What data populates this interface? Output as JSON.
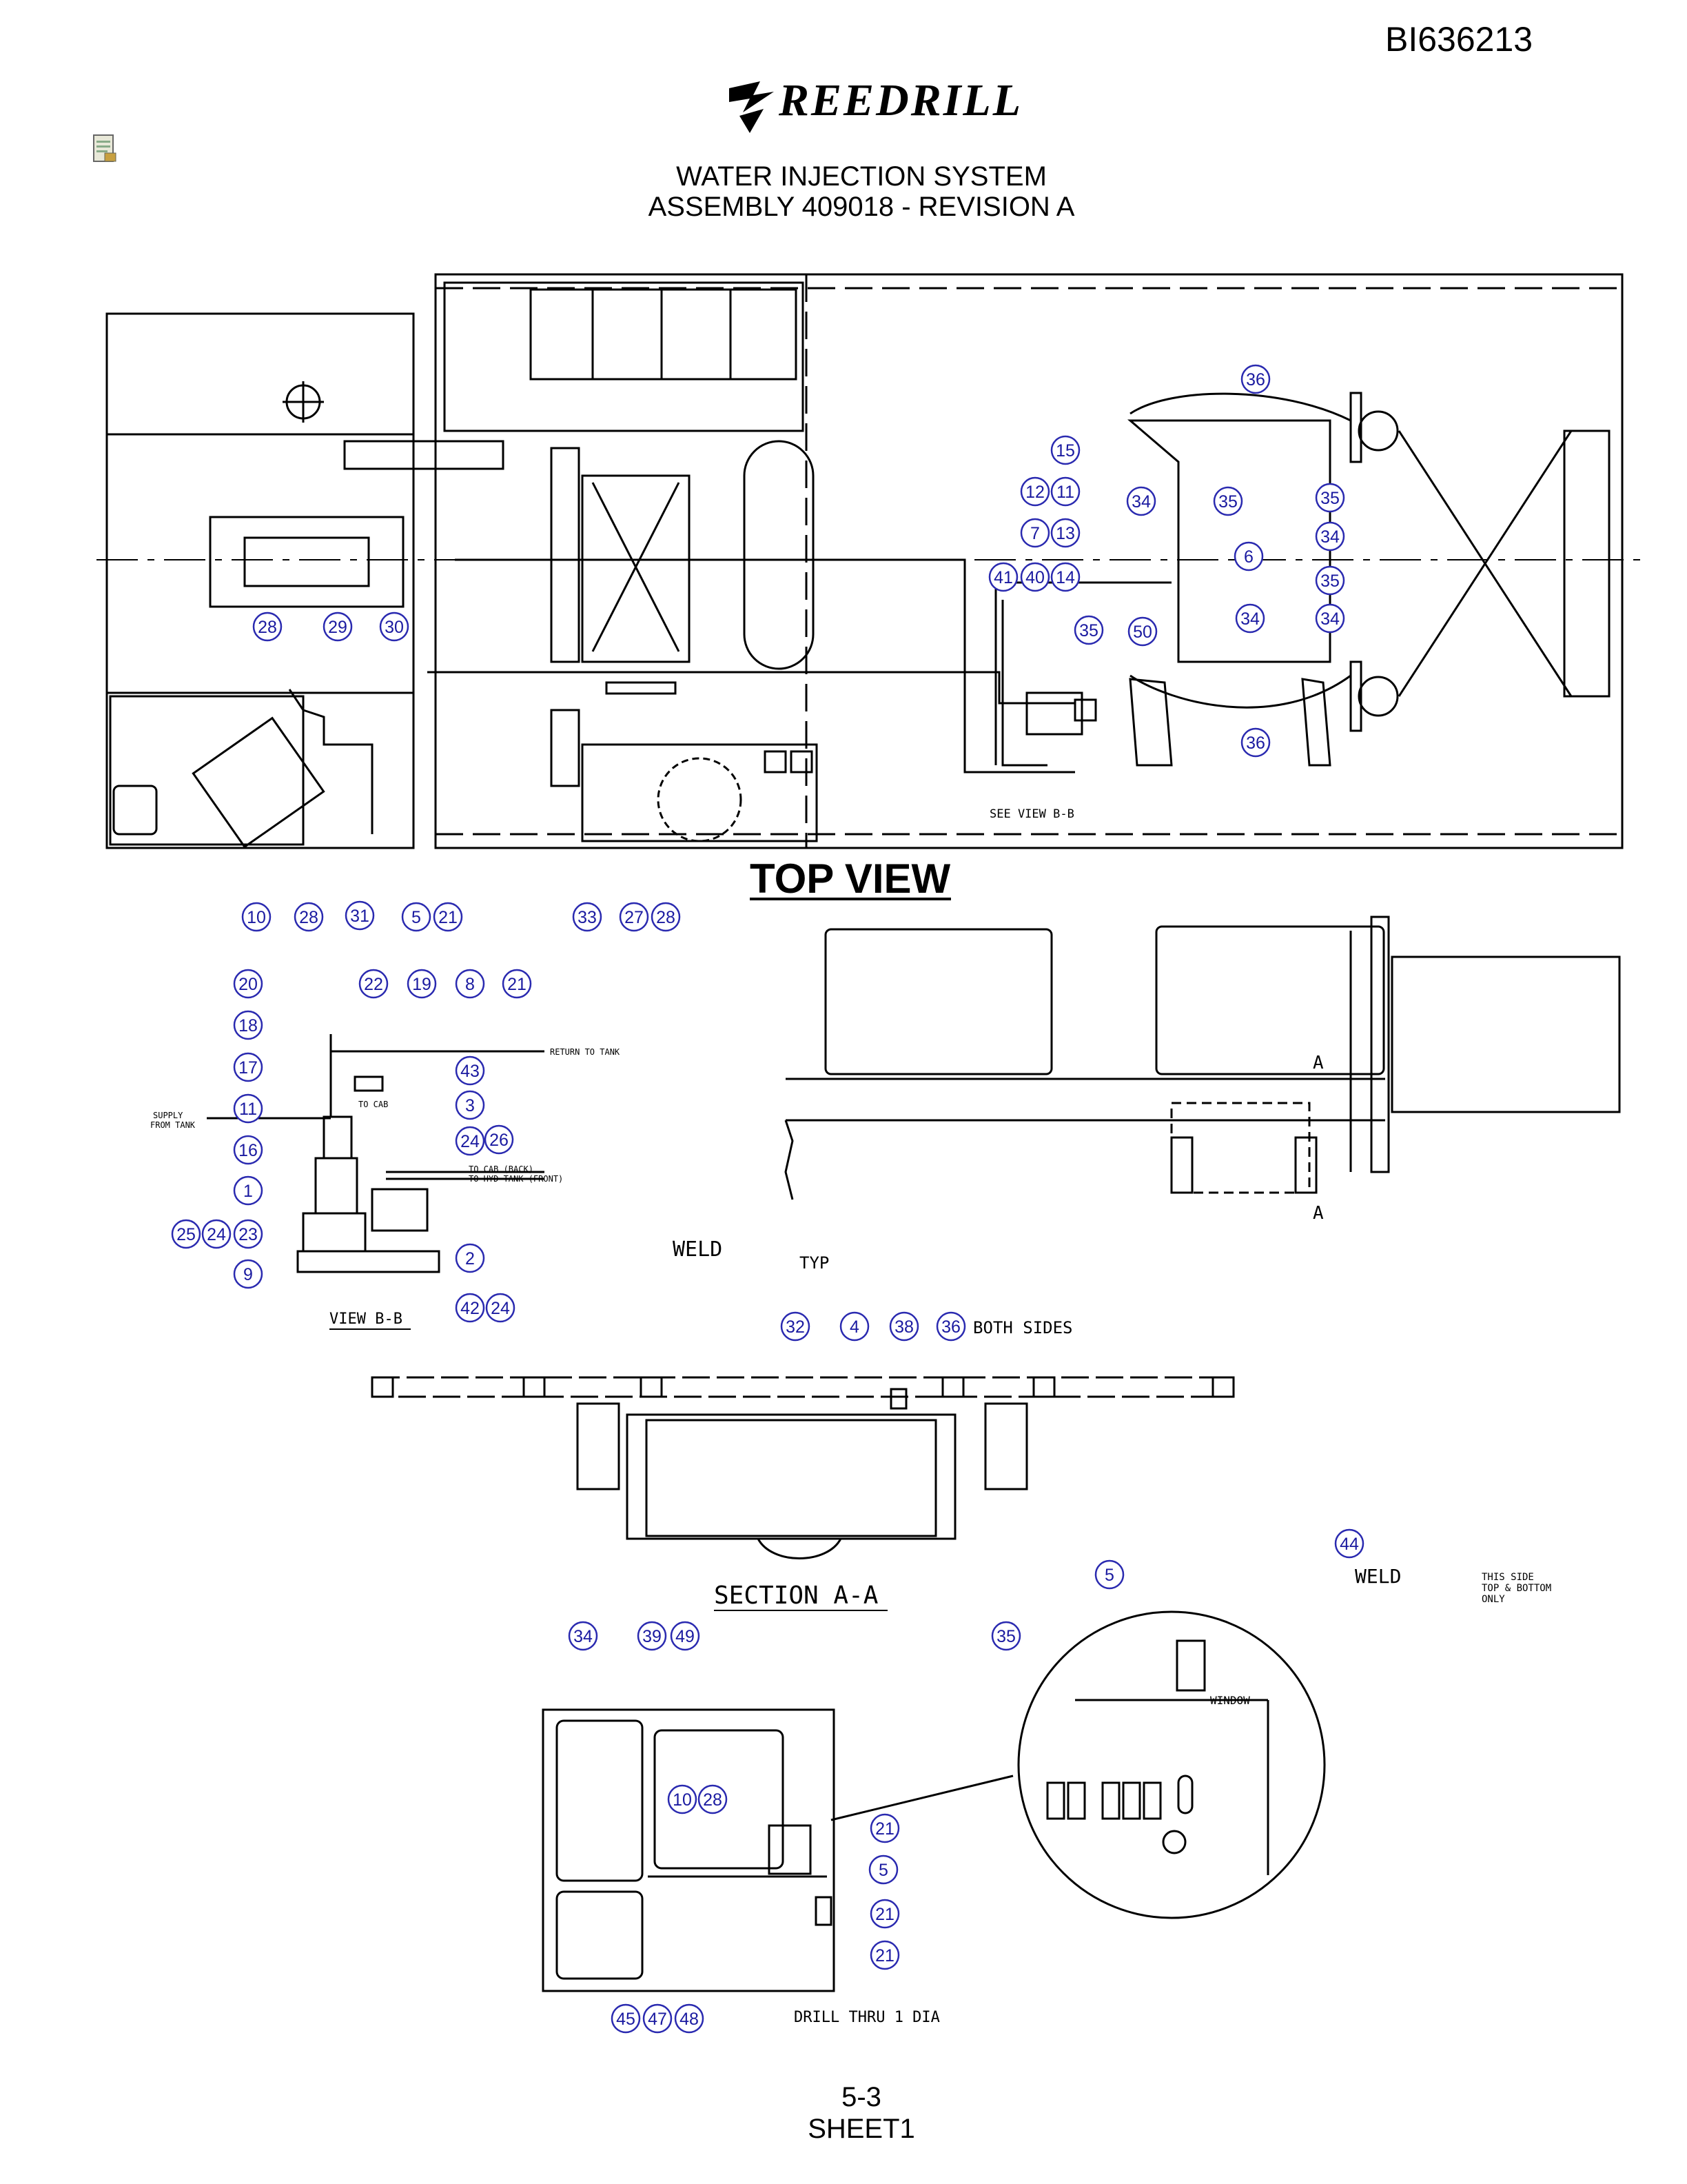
{
  "header": {
    "doc_id": "BI636213",
    "brand": "REEDRILL",
    "title_line1": "WATER INJECTION SYSTEM",
    "title_line2": "ASSEMBLY 409018 - REVISION A"
  },
  "views": {
    "top_view": "TOP VIEW",
    "view_bb": "VIEW B-B",
    "section_aa": "SECTION A-A",
    "see_view": "SEE VIEW B-B"
  },
  "notes": {
    "weld1": "WELD",
    "typ": "TYP",
    "both_sides": "BOTH SIDES",
    "weld2": "WELD",
    "this_side": "THIS SIDE",
    "top_bottom": "TOP & BOTTOM",
    "only": "ONLY",
    "drill": "DRILL THRU 1 DIA",
    "return_tank": "RETURN TO TANK",
    "supply1": "SUPPLY",
    "supply2": "FROM TANK",
    "to_cab": "TO CAB",
    "to_cab_back": "TO CAB (BACK)",
    "to_hyd_tank": "TO HYD TANK (FRONT)",
    "window": "WINDOW",
    "section_mark": "A"
  },
  "callouts_top": [
    "36",
    "15",
    "12",
    "11",
    "34",
    "35",
    "35",
    "7",
    "13",
    "34",
    "6",
    "41",
    "40",
    "14",
    "35",
    "34",
    "35",
    "50",
    "34",
    "36",
    "28",
    "29",
    "30",
    "10",
    "28",
    "31",
    "5",
    "21",
    "33",
    "27",
    "28"
  ],
  "callouts_bb": [
    "20",
    "22",
    "19",
    "8",
    "21",
    "18",
    "43",
    "17",
    "3",
    "11",
    "16",
    "24",
    "26",
    "1",
    "25",
    "24",
    "23",
    "2",
    "9",
    "42",
    "24"
  ],
  "callouts_aa": [
    "32",
    "4",
    "38",
    "36",
    "34",
    "39",
    "49",
    "35"
  ],
  "callouts_detail": [
    "5",
    "44",
    "10",
    "28",
    "21",
    "5",
    "21",
    "21",
    "45",
    "47",
    "48"
  ],
  "footer": {
    "page": "5-3",
    "sheet": "SHEET1"
  }
}
